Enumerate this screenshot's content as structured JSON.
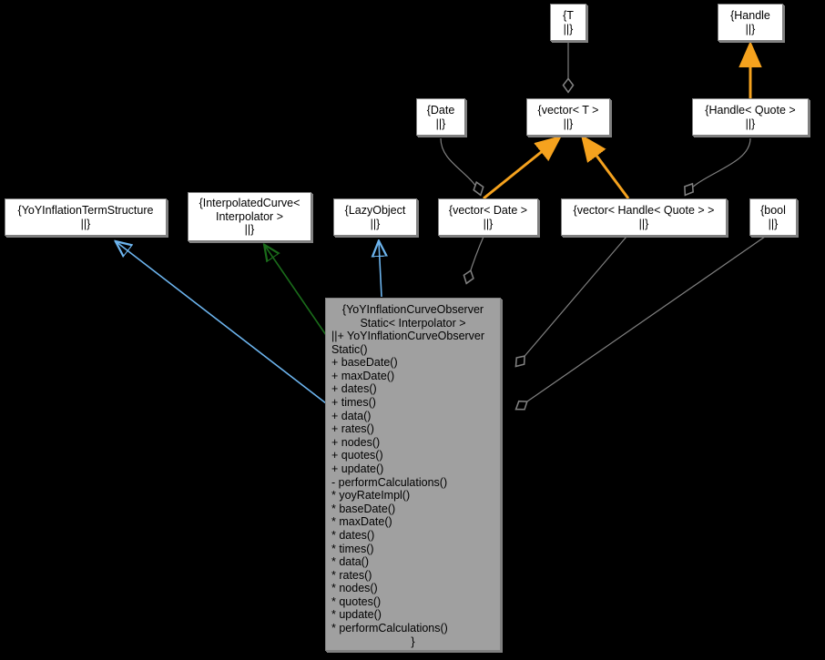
{
  "diagram": {
    "type": "uml-class-collaboration-diagram",
    "background_color": "#000000",
    "node_fill": "#ffffff",
    "main_node_fill": "#a0a0a0",
    "edge_colors": {
      "inheritance_public": "#6cb4ee",
      "inheritance_protected": "#1a6b1a",
      "template_instance": "#f5a21e",
      "usage": "#808080"
    }
  },
  "nodes": {
    "t": {
      "line1": "{T",
      "line2": "||}"
    },
    "handle": {
      "line1": "{Handle",
      "line2": "||}"
    },
    "date": {
      "line1": "{Date",
      "line2": "||}"
    },
    "vector_t": {
      "line1": "{vector< T >",
      "line2": "||}"
    },
    "handle_quote": {
      "line1": "{Handle< Quote >",
      "line2": "||}"
    },
    "yoy_inflation_term_structure": {
      "line1": "{YoYInflationTermStructure",
      "line2": "||}"
    },
    "interpolated_curve": {
      "line1": "{InterpolatedCurve<",
      "line2": "Interpolator >",
      "line3": "||}"
    },
    "lazy_object": {
      "line1": "{LazyObject",
      "line2": "||}"
    },
    "vector_date": {
      "line1": "{vector< Date >",
      "line2": "||}"
    },
    "vector_handle_quote": {
      "line1": "{vector< Handle< Quote > >",
      "line2": "||}"
    },
    "bool": {
      "line1": "{bool",
      "line2": "||}"
    }
  },
  "main_class": {
    "title_line1": "{YoYInflationCurveObserver",
    "title_line2": "Static< Interpolator >",
    "members": [
      "||+ YoYInflationCurveObserver",
      "Static()",
      "+ baseDate()",
      "+ maxDate()",
      "+ dates()",
      "+ times()",
      "+ data()",
      "+ rates()",
      "+ nodes()",
      "+ quotes()",
      "+ update()",
      "- performCalculations()",
      "* yoyRateImpl()",
      "* baseDate()",
      "* maxDate()",
      "* dates()",
      "* times()",
      "* data()",
      "* rates()",
      "* nodes()",
      "* quotes()",
      "* update()",
      "* performCalculations()"
    ],
    "closer": "}"
  }
}
